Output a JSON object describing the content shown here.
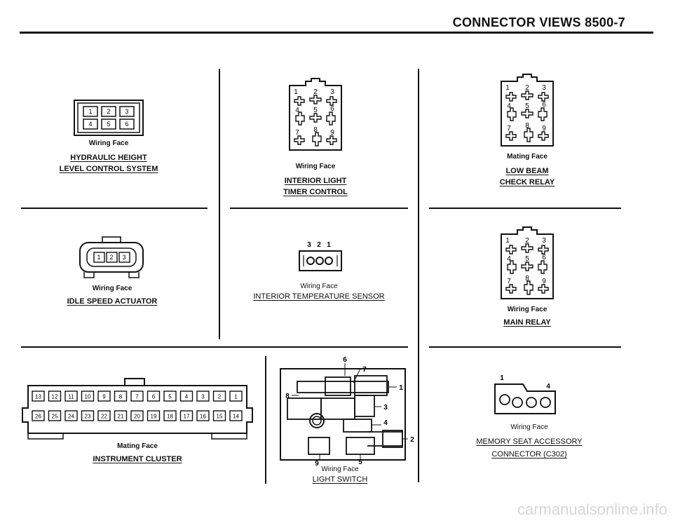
{
  "header": {
    "title": "CONNECTOR VIEWS 8500-7"
  },
  "connectors": {
    "hydraulic": {
      "face": "Wiring Face",
      "name_line1": "HYDRAULIC HEIGHT",
      "name_line2": "LEVEL CONTROL SYSTEM",
      "pins": [
        "1",
        "2",
        "3",
        "4",
        "5",
        "6"
      ]
    },
    "interior_light": {
      "face": "Wiring Face",
      "name_line1": "INTERIOR LIGHT",
      "name_line2": "TIMER CONTROL",
      "pins": [
        "1",
        "2",
        "3",
        "4",
        "5",
        "6",
        "7",
        "8",
        "9"
      ]
    },
    "low_beam": {
      "face": "Mating Face",
      "name_line1": "LOW BEAM",
      "name_line2": "CHECK RELAY",
      "pins": [
        "1",
        "2",
        "3",
        "4",
        "5",
        "6",
        "7",
        "8",
        "9"
      ]
    },
    "idle_speed": {
      "face": "Wiring Face",
      "name": "IDLE SPEED ACTUATOR",
      "pins": [
        "1",
        "2",
        "3"
      ]
    },
    "temp_sensor": {
      "face": "Wiring Face",
      "name": "INTERIOR TEMPERATURE SENSOR",
      "pins": [
        "3",
        "2",
        "1"
      ]
    },
    "main_relay": {
      "face": "Wiring Face",
      "name": "MAIN RELAY",
      "pins": [
        "1",
        "2",
        "3",
        "4",
        "5",
        "6",
        "7",
        "8",
        "9"
      ]
    },
    "instrument_cluster": {
      "face": "Mating Face",
      "name": "INSTRUMENT CLUSTER",
      "top_row": [
        "13",
        "12",
        "11",
        "10",
        "9",
        "8",
        "7",
        "6",
        "5",
        "4",
        "3",
        "2",
        "1"
      ],
      "bottom_row": [
        "26",
        "25",
        "24",
        "23",
        "22",
        "21",
        "20",
        "19",
        "18",
        "17",
        "16",
        "15",
        "14"
      ]
    },
    "light_switch": {
      "face": "Wiring Face",
      "name": "LIGHT SWITCH",
      "pins": [
        "6",
        "7",
        "1",
        "8",
        "3",
        "4",
        "2",
        "9",
        "5"
      ]
    },
    "memory_seat": {
      "face": "Wiring Face",
      "name_line1": "MEMORY SEAT ACCESSORY",
      "name_line2": "CONNECTOR (C302)",
      "pins": [
        "1",
        "4"
      ]
    }
  },
  "watermark": "carmanualsonline.info"
}
